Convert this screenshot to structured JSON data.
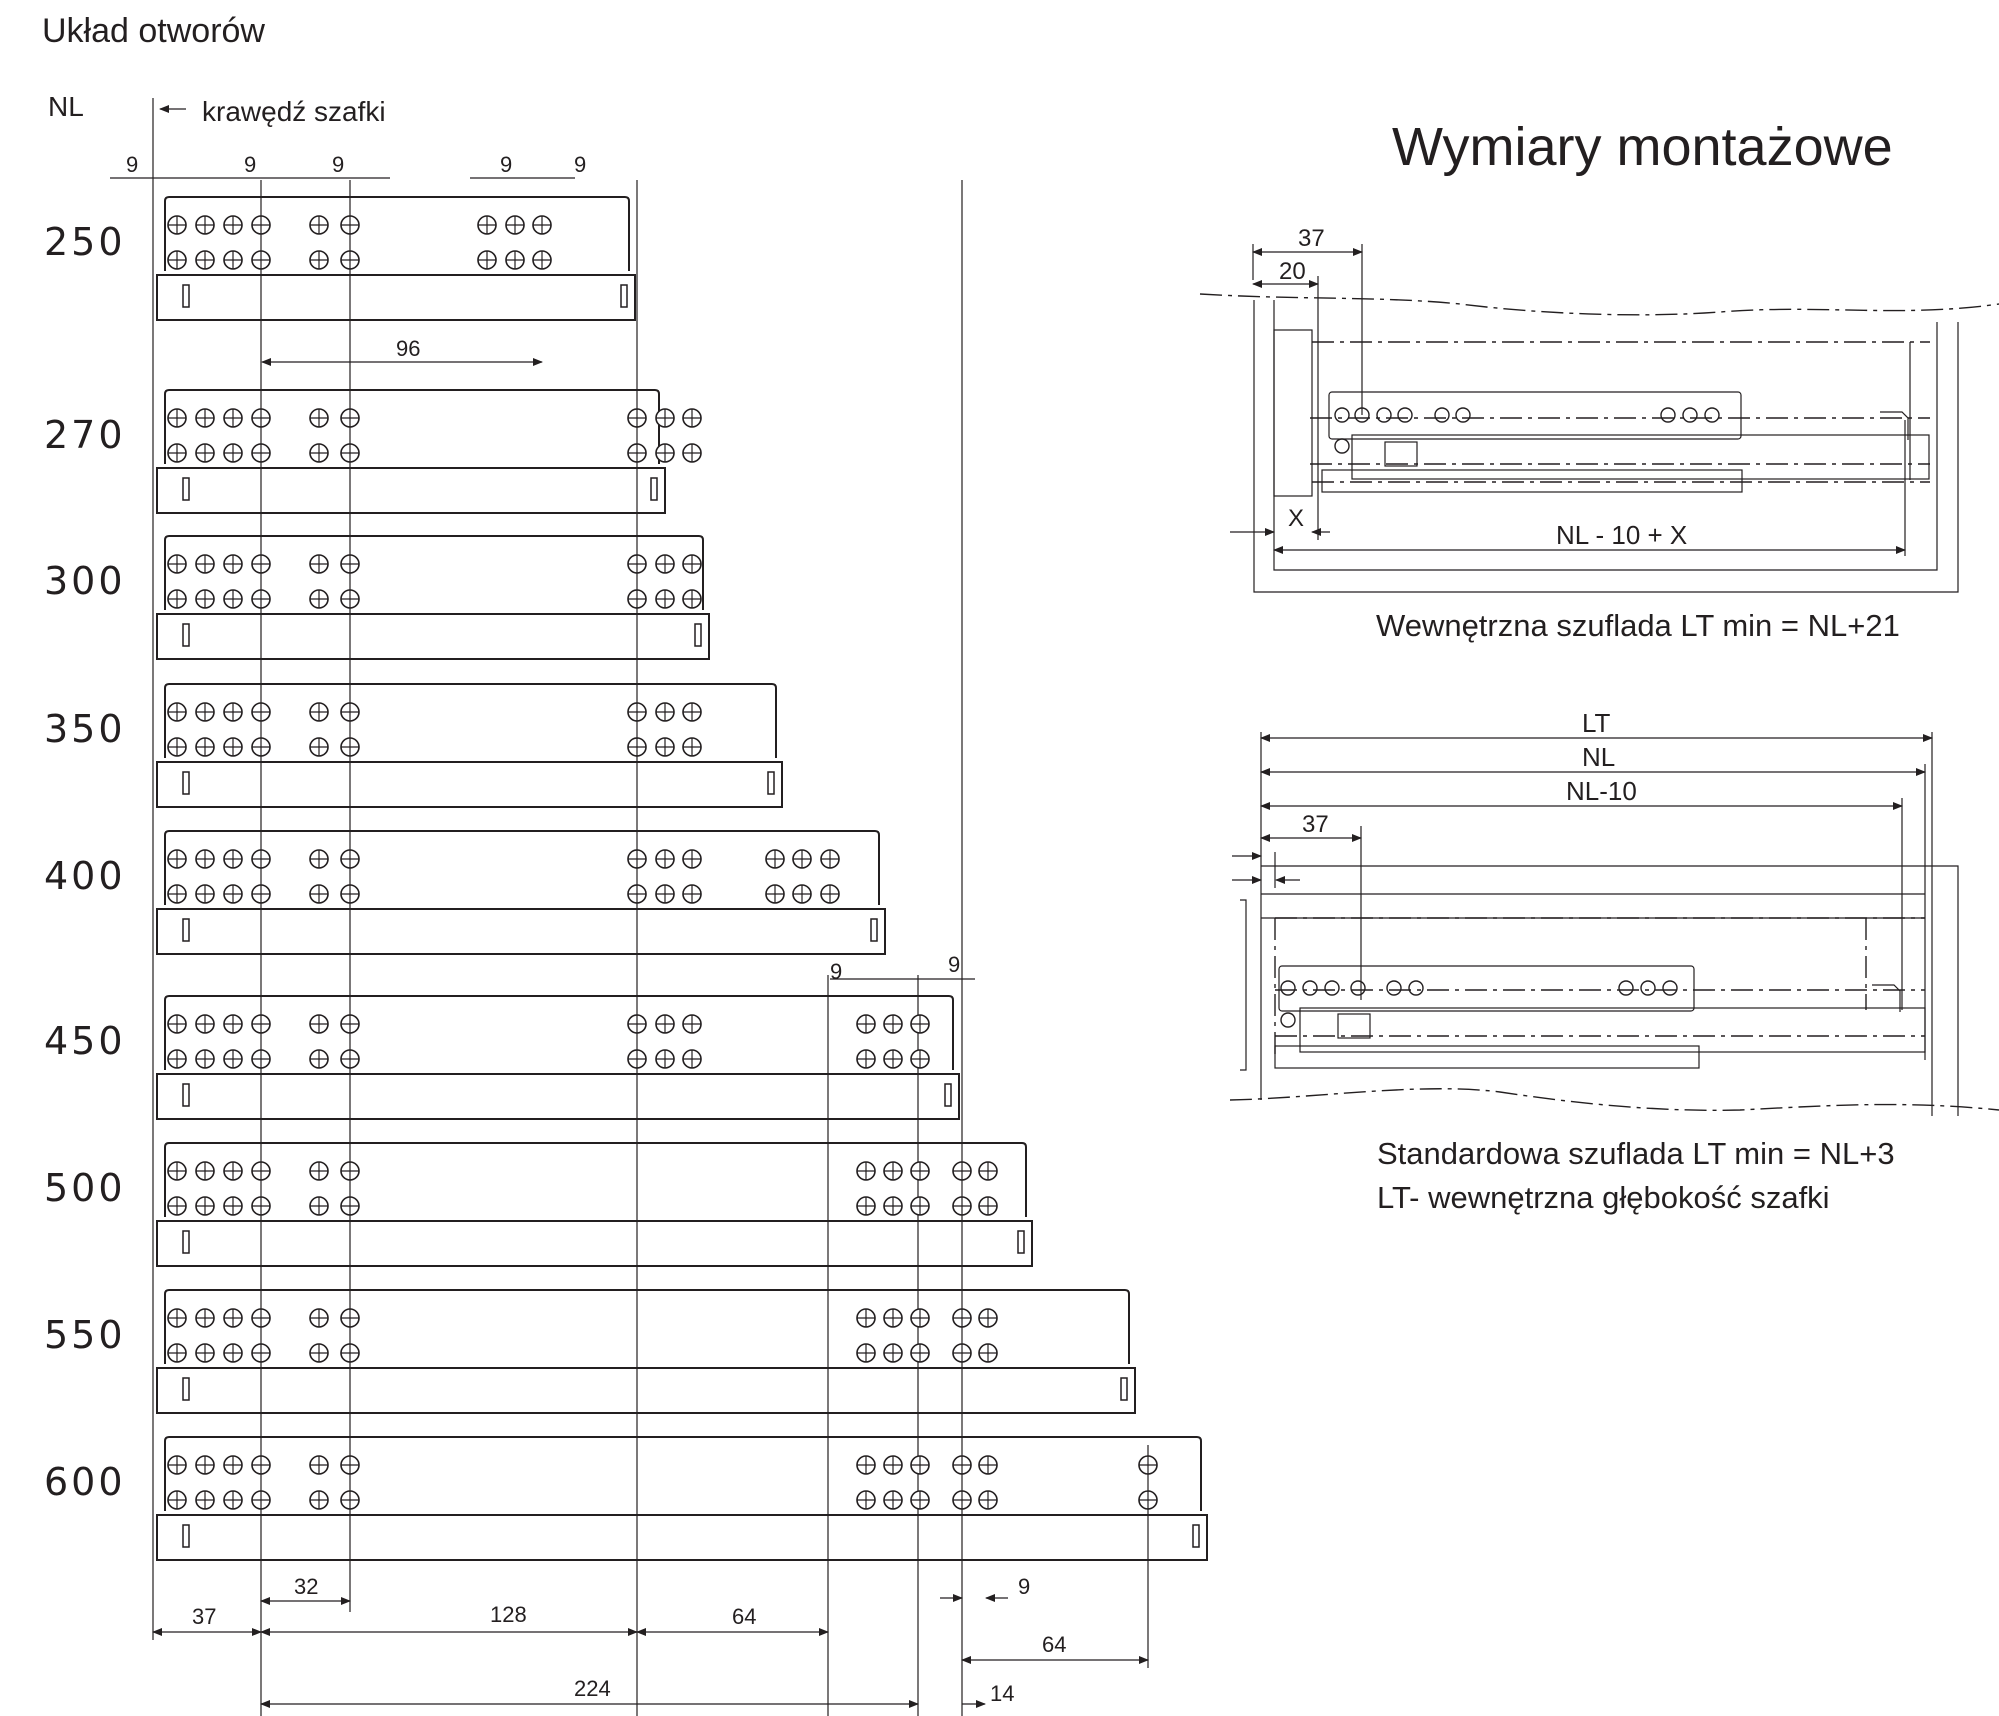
{
  "left": {
    "title": "Układ otworów",
    "nl_label": "NL",
    "edge_label": "krawędź szafki",
    "sizes": [
      "250",
      "270",
      "300",
      "350",
      "400",
      "450",
      "500",
      "550",
      "600"
    ],
    "top_dims": [
      "9",
      "9",
      "9",
      "9",
      "9"
    ],
    "dim_96": "96",
    "dims_450": [
      "9",
      "9"
    ],
    "bottom_dims": {
      "d37": "37",
      "d32": "32",
      "d128": "128",
      "d64a": "64",
      "d9": "9",
      "d64b": "64",
      "d224": "224",
      "d14": "14"
    }
  },
  "right": {
    "title": "Wymiary montażowe",
    "top_diagram": {
      "dim_37": "37",
      "dim_20": "20",
      "dim_x": "X",
      "dim_nlx": "NL - 10 + X",
      "caption": "Wewnętrzna szuflada  LT min = NL+21"
    },
    "bottom_diagram": {
      "dim_lt": "LT",
      "dim_nl": "NL",
      "dim_nl10": "NL-10",
      "dim_37": "37",
      "caption1": "Standardowa szuflada  LT min = NL+3",
      "caption2": "LT- wewnętrzna głębokość szafki"
    }
  }
}
